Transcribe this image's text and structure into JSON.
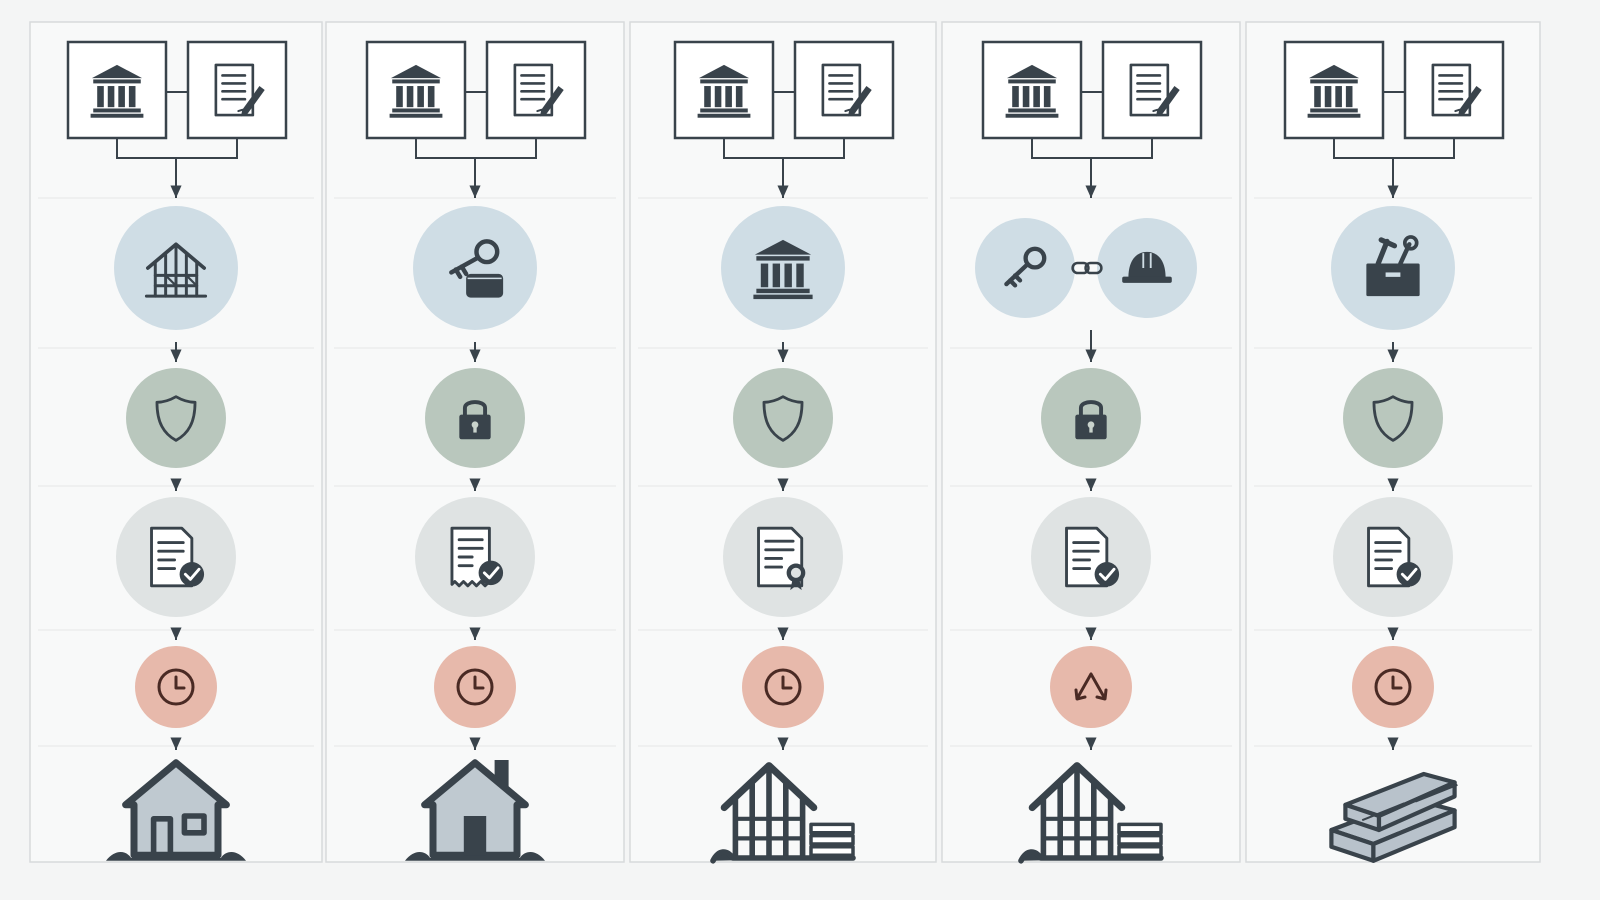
{
  "palette": {
    "background": "#f4f5f5",
    "panel": "#f8f9f9",
    "panel_border": "#d7dadb",
    "row_divider": "#e6e8e8",
    "ink": "#39434b",
    "circle_blue": "#cfdde5",
    "circle_green": "#b9c7bd",
    "circle_gray": "#dfe3e3",
    "circle_red": "#e7b9ab",
    "clock_ink": "#4a2a24"
  },
  "columns": [
    {
      "top_pair": [
        "bank-building-icon",
        "signed-document-icon"
      ],
      "steps": [
        {
          "icons": [
            "house-frame-icon"
          ],
          "circle": "blue"
        },
        {
          "icons": [
            "shield-icon"
          ],
          "circle": "green"
        },
        {
          "icons": [
            "document-check-icon"
          ],
          "circle": "gray"
        },
        {
          "icons": [
            "clock-icon"
          ],
          "circle": "red"
        }
      ],
      "outcome": "finished-house-icon"
    },
    {
      "top_pair": [
        "bank-building-icon",
        "signed-document-icon"
      ],
      "steps": [
        {
          "icons": [
            "key-wallet-icon"
          ],
          "circle": "blue"
        },
        {
          "icons": [
            "padlock-icon"
          ],
          "circle": "green"
        },
        {
          "icons": [
            "receipt-check-icon"
          ],
          "circle": "gray"
        },
        {
          "icons": [
            "clock-icon"
          ],
          "circle": "red"
        }
      ],
      "outcome": "house-with-chimney-icon"
    },
    {
      "top_pair": [
        "bank-building-icon",
        "signed-document-icon"
      ],
      "steps": [
        {
          "icons": [
            "bank-building-icon"
          ],
          "circle": "blue"
        },
        {
          "icons": [
            "shield-icon"
          ],
          "circle": "green"
        },
        {
          "icons": [
            "certificate-icon"
          ],
          "circle": "gray"
        },
        {
          "icons": [
            "clock-icon"
          ],
          "circle": "red"
        }
      ],
      "outcome": "house-frame-lumber-icon"
    },
    {
      "top_pair": [
        "bank-building-icon",
        "signed-document-icon"
      ],
      "steps": [
        {
          "icons": [
            "key-icon",
            "chain-link-icon",
            "hard-hat-icon"
          ],
          "circle": "blue"
        },
        {
          "icons": [
            "padlock-icon"
          ],
          "circle": "green"
        },
        {
          "icons": [
            "document-check-icon"
          ],
          "circle": "gray"
        },
        {
          "icons": [
            "split-arrows-icon"
          ],
          "circle": "red"
        }
      ],
      "outcome": "house-frame-lumber-icon"
    },
    {
      "top_pair": [
        "bank-building-icon",
        "signed-document-icon"
      ],
      "steps": [
        {
          "icons": [
            "toolbox-icon"
          ],
          "circle": "blue"
        },
        {
          "icons": [
            "shield-icon"
          ],
          "circle": "green"
        },
        {
          "icons": [
            "document-check-icon"
          ],
          "circle": "gray"
        },
        {
          "icons": [
            "clock-icon"
          ],
          "circle": "red"
        }
      ],
      "outcome": "lumber-stack-icon"
    }
  ]
}
